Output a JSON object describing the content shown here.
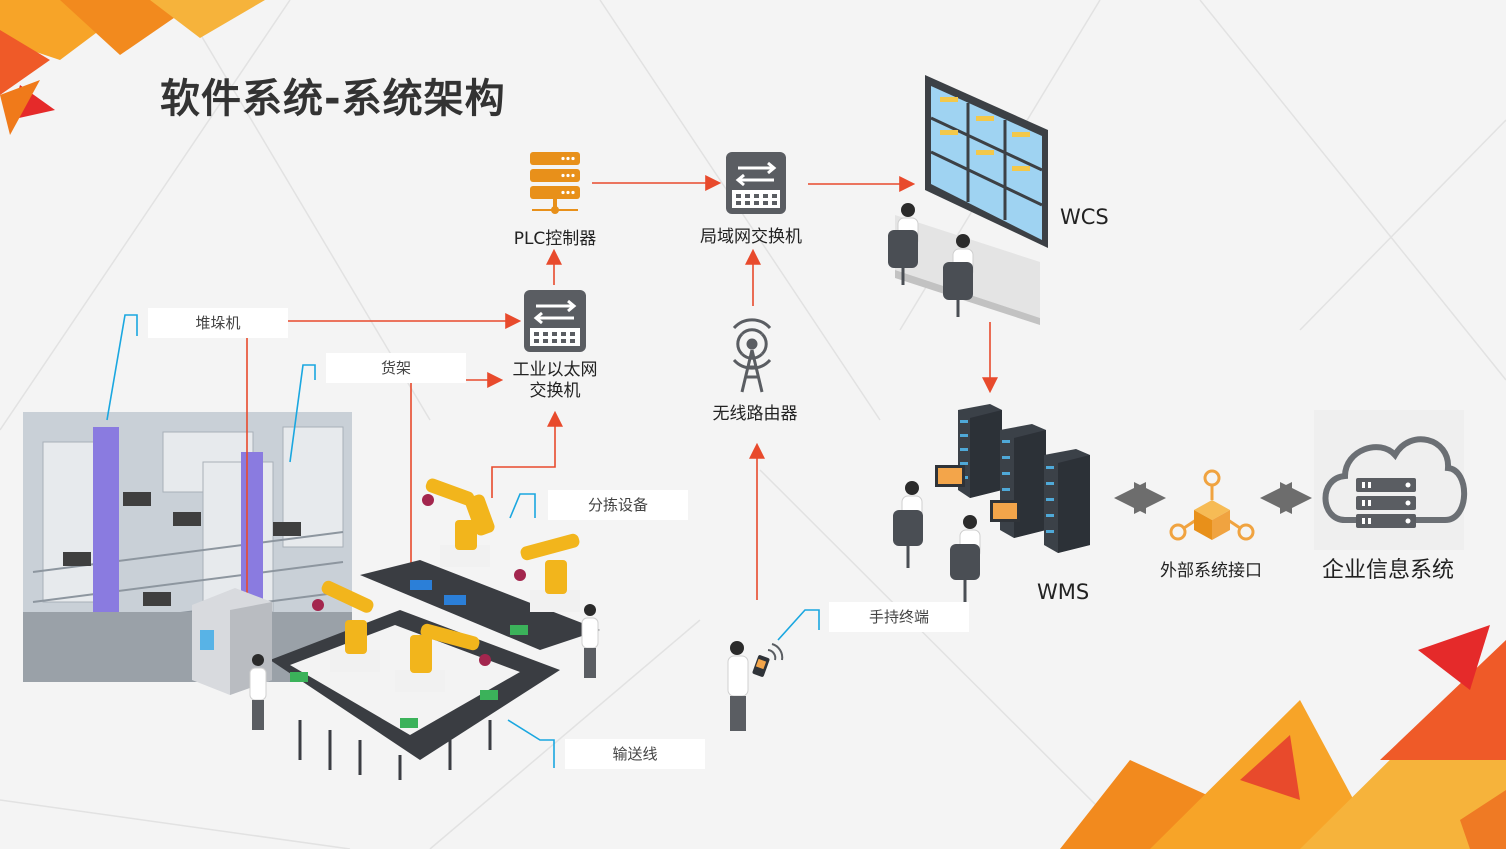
{
  "title": "软件系统-系统架构",
  "nodes": {
    "plc": "PLC控制器",
    "lan_switch": "局域网交换机",
    "wcs": "WCS",
    "industrial_switch": "工业以太网\n交换机",
    "wireless_router": "无线路由器",
    "wms": "WMS",
    "external_interface": "外部系统接口",
    "enterprise_info": "企业信息系统"
  },
  "callouts": {
    "stacker": "堆垛机",
    "rack": "货架",
    "sorting": "分拣设备",
    "handheld": "手持终端",
    "conveyor": "输送线"
  },
  "colors": {
    "arrow": "#e84a2c",
    "callout_line": "#1aa7e0",
    "orange_accent": "#f07a1a",
    "plc_orange": "#e8901a",
    "device_gray": "#5a5d62",
    "robot_yellow": "#f2b51c",
    "double_arrow": "#6d6d6d"
  }
}
